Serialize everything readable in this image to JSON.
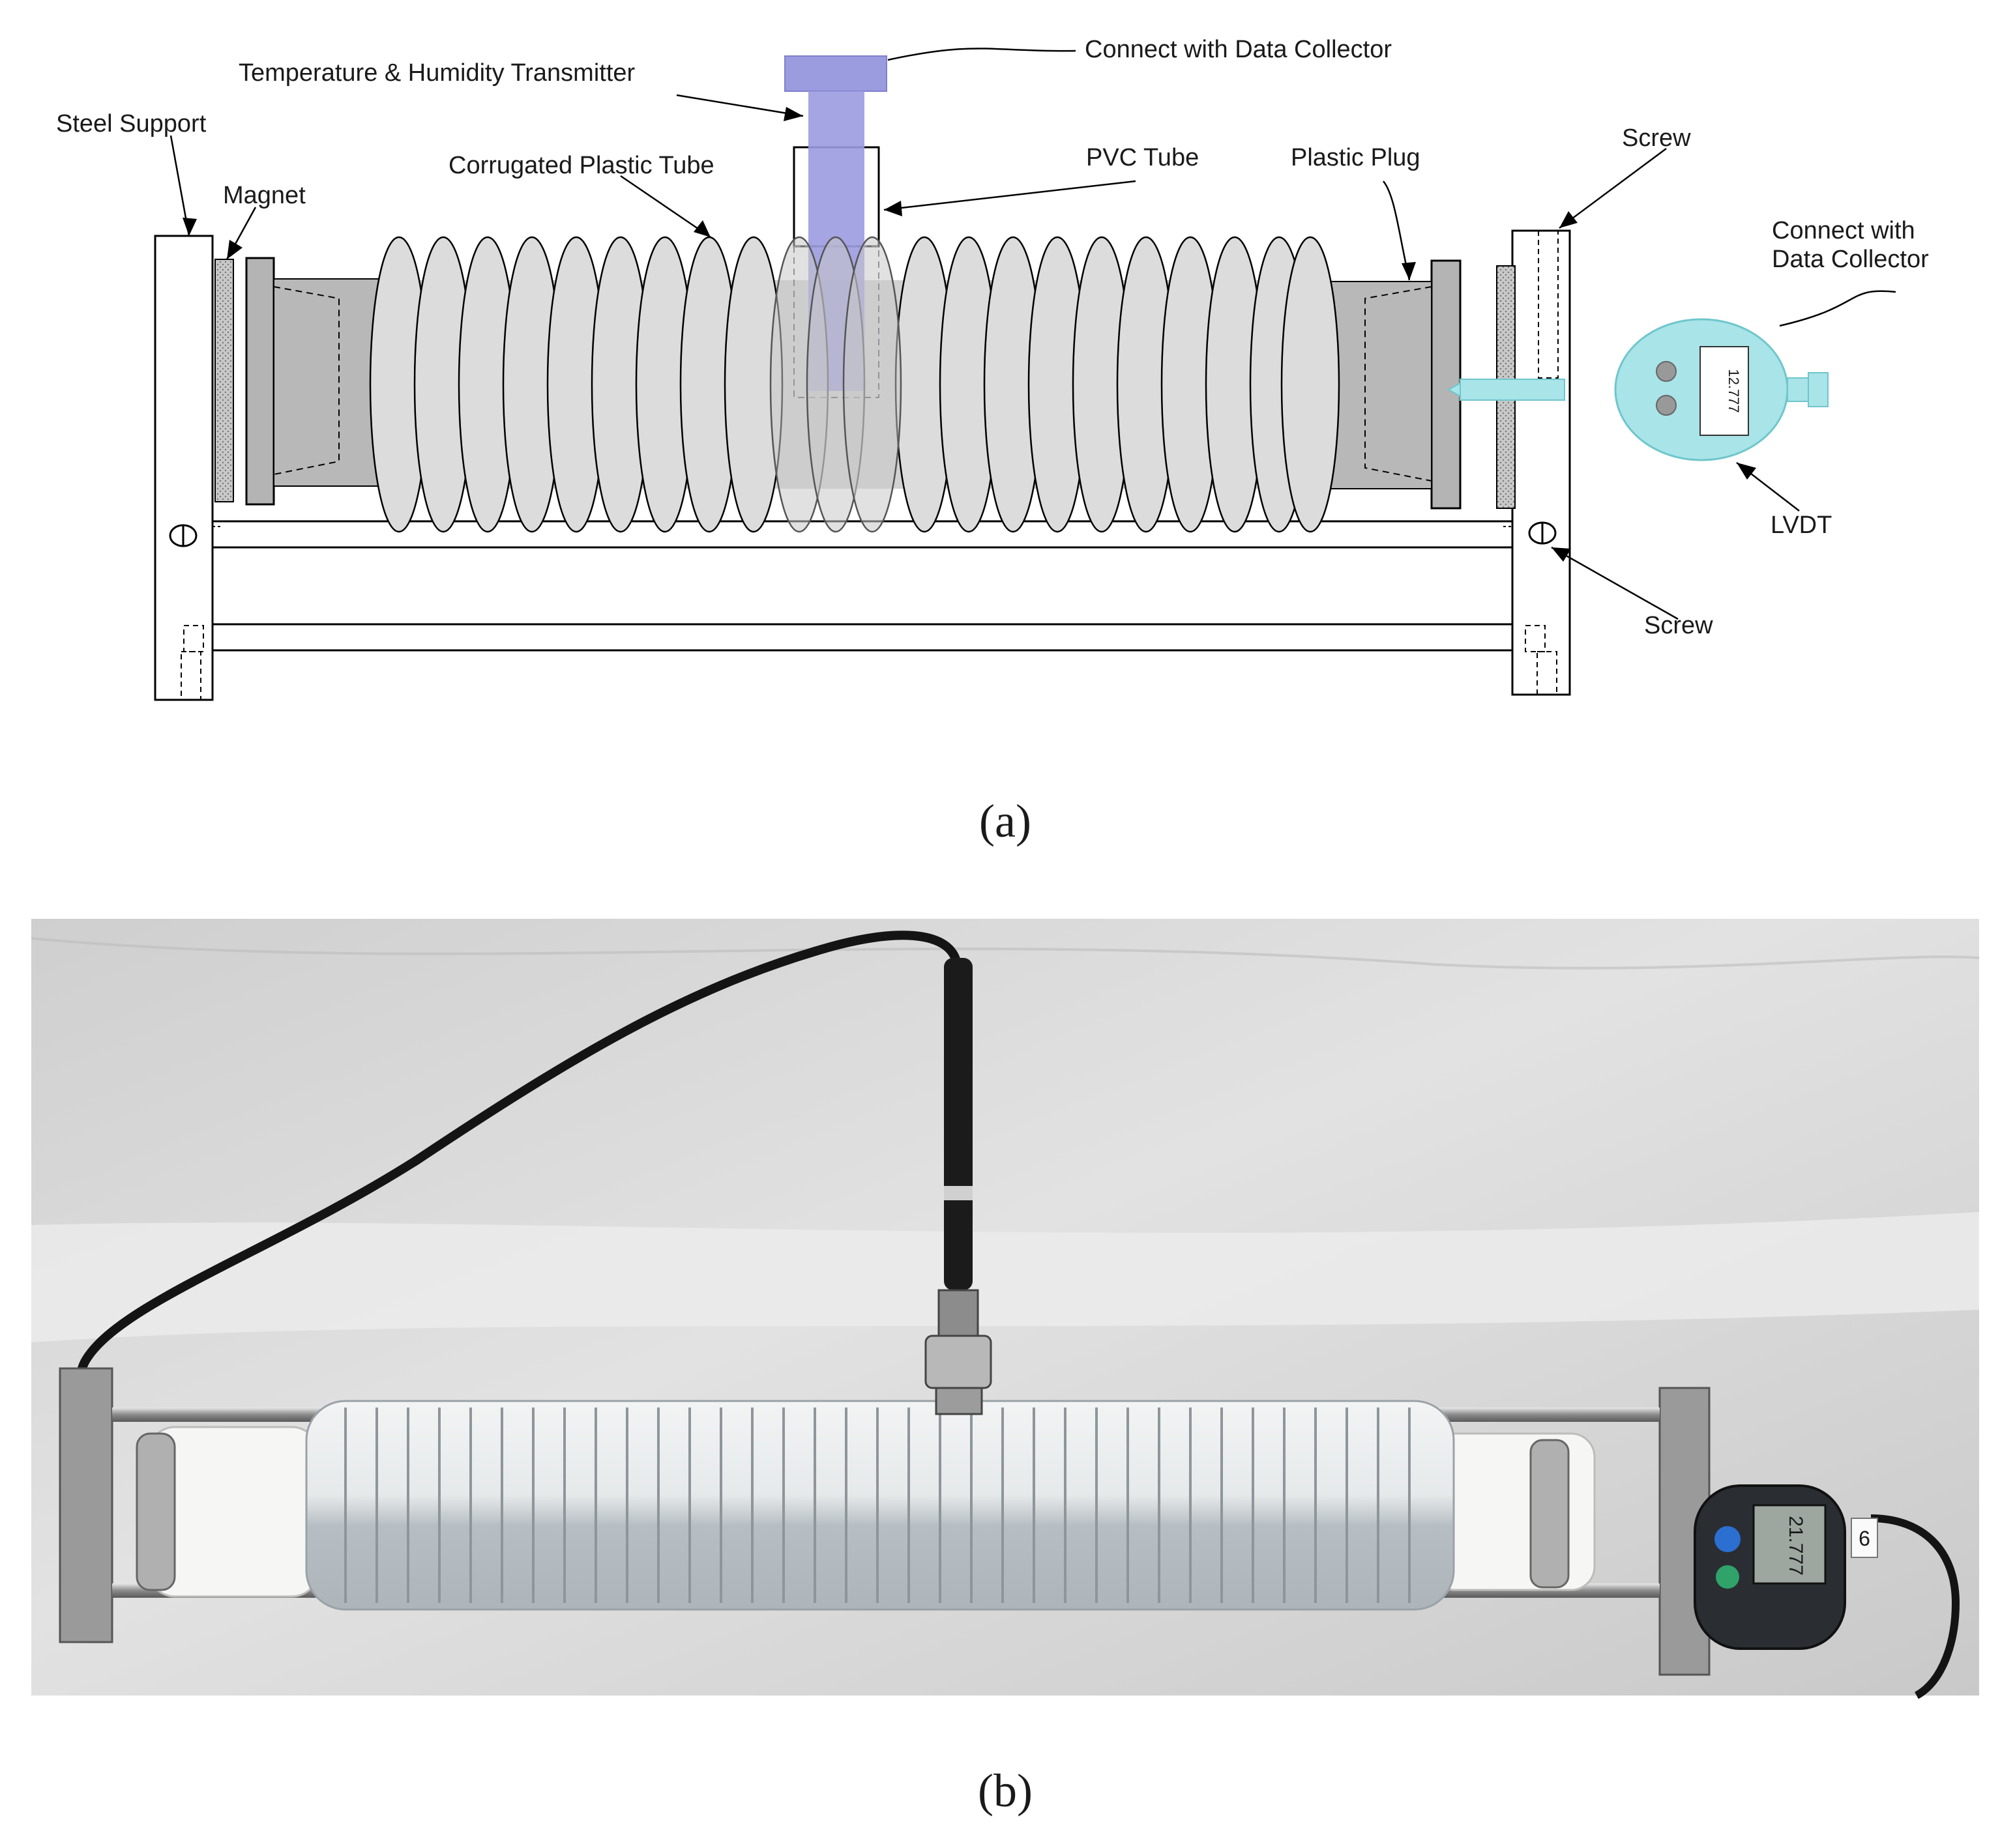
{
  "labels": {
    "temp_humidity_transmitter": "Temperature & Humidity Transmitter",
    "connect_data_collector_top": "Connect with Data Collector",
    "steel_support": "Steel Support",
    "magnet": "Magnet",
    "corrugated_plastic_tube": "Corrugated Plastic Tube",
    "pvc_tube": "PVC Tube",
    "plastic_plug": "Plastic Plug",
    "screw_top": "Screw",
    "connect_data_collector_right_line1": "Connect with",
    "connect_data_collector_right_line2": "Data Collector",
    "lvdt_reading": "12.777",
    "lvdt": "LVDT",
    "screw_bottom": "Screw"
  },
  "captions": {
    "a": "(a)",
    "b": "(b)"
  },
  "photo": {
    "gauge_reading": "21.777",
    "tag_number": "6"
  },
  "colors": {
    "transmitter": "#9b9be0",
    "tube_fill": "#dcdcdc",
    "plug_fill": "#b4b4b4",
    "lvdt_fill": "#a8e4e8",
    "photo_background": "#d8d8d8"
  }
}
